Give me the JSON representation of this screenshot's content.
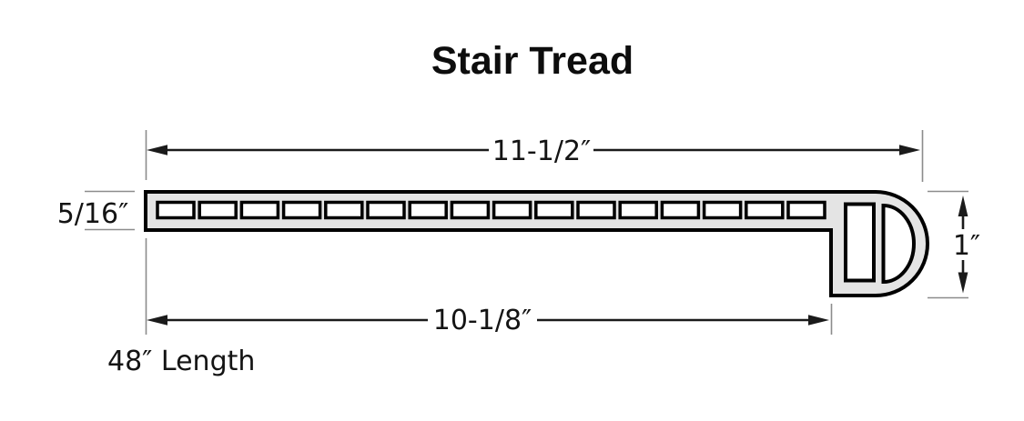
{
  "title": "Stair Tread",
  "colors": {
    "profile_fill": "#e4e4e4",
    "outline": "#000000",
    "dimension_line": "#1b1b1b",
    "extension_line": "#8c8c8c",
    "background": "#ffffff"
  },
  "profile": {
    "part_name": "Stair Tread",
    "view": "cross-section profile with rounded nosing",
    "groove_count": 16,
    "nose_chambers": [
      "rectangular-hollow",
      "d-shaped-hollow"
    ]
  },
  "dimensions": {
    "overall_width": "11-1/2″",
    "thickness": "5/16″",
    "nose_height": "1″",
    "underside_width": "10-1/8″",
    "length_note": "48″ Length"
  }
}
